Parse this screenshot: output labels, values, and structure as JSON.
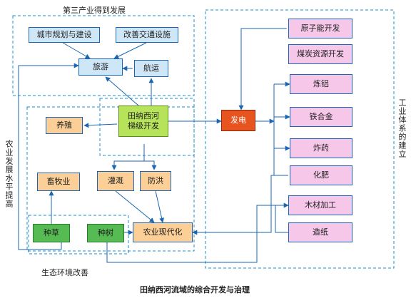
{
  "labels": {
    "tertiary": "第三产业得到发展",
    "agri_side": "农业发展水平提高",
    "industry_side": "工业体系的建立",
    "eco": "生态环境改善",
    "caption": "田纳西河流域的综合开发与治理"
  },
  "nodes": {
    "city_planning": "城市规划与建设",
    "transport": "改善交通设施",
    "tourism": "旅游",
    "shipping": "航运",
    "core": "田纳西河\n梯级开发",
    "breeding": "养殖",
    "husbandry": "畜牧业",
    "irrigation": "灌溉",
    "flood_control": "防洪",
    "grass": "种草",
    "trees": "种树",
    "agri_modern": "农业现代化",
    "power": "发电",
    "nuclear": "原子能开发",
    "coal": "煤炭资源开发",
    "aluminum": "炼铝",
    "ferroalloy": "铁合金",
    "explosives": "炸药",
    "fertilizer": "化肥",
    "wood": "木材加工",
    "paper": "造纸"
  },
  "colors": {
    "line": "#1a66b3",
    "dash": "#1a8fd0",
    "blue_box": "#cfe6f7",
    "orange_box": "#fbcf96",
    "pink_box": "#f6c7e8",
    "green_box": "#56bb52",
    "core_box": "#b7e35b",
    "power_box": "#e8541f"
  }
}
